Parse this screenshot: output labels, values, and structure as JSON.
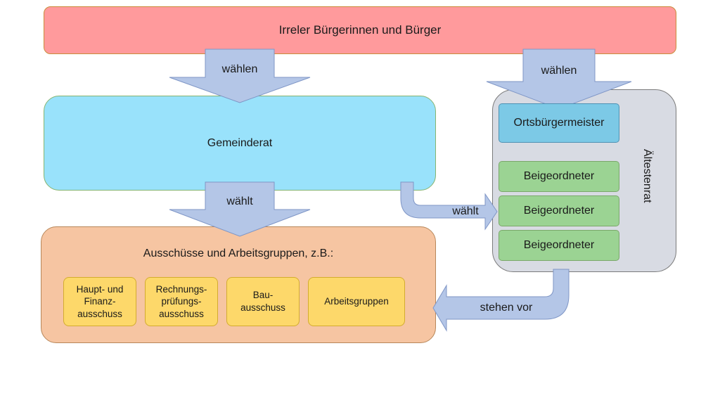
{
  "citizens": {
    "label": "Irreler Bürgerinnen und Bürger"
  },
  "council": {
    "label": "Gemeinderat"
  },
  "elders": {
    "label": "Ältestenrat",
    "mayor": "Ortsbürgermeister",
    "deputies": [
      "Beigeordneter",
      "Beigeordneter",
      "Beigeordneter"
    ]
  },
  "committees": {
    "title": "Ausschüsse und Arbeitsgruppen, z.B.:",
    "items": [
      "Haupt- und\nFinanz-\nausschuss",
      "Rechnungs-\nprüfungs-\nausschuss",
      "Bau-\nausschuss",
      "Arbeitsgruppen"
    ]
  },
  "arrows": {
    "elect_council": "wählen",
    "elect_mayor": "wählen",
    "council_elects_committees": "wählt",
    "council_elects_deputies": "wählt",
    "elders_chair": "stehen vor"
  },
  "colors": {
    "citizens": "#ff9a9c",
    "council": "#99e2fb",
    "elders": "#d8dbe3",
    "mayor": "#7cc9e6",
    "deputy": "#9bd393",
    "committees": "#f6c5a2",
    "committee_item": "#fdd86a",
    "arrow": "#b4c6e7"
  }
}
